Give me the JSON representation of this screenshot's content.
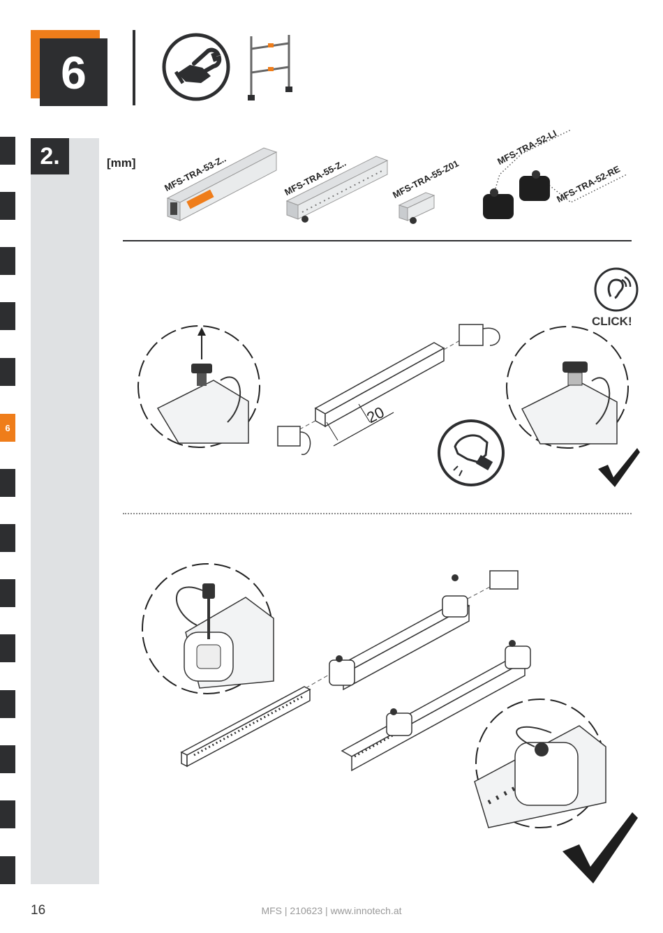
{
  "header": {
    "step_number": "6",
    "icons": [
      "hand-wrench-icon",
      "frame-assembly-icon"
    ]
  },
  "sidebar": {
    "active_tab_label": "6"
  },
  "substep": {
    "number": "2.",
    "unit_label": "[mm]"
  },
  "parts": [
    "MFS-TRA-53-Z..",
    "MFS-TRA-55-Z..",
    "MFS-TRA-55-Z01",
    "MFS-TRA-52-LI",
    "MFS-TRA-52-RE"
  ],
  "illustration_1": {
    "dimension_label": "20",
    "sound_label": "CLICK!"
  },
  "footer": {
    "page_number": "16",
    "doc_info": "MFS | 210623 | www.innotech.at"
  },
  "colors": {
    "accent": "#ef7d1a",
    "dark": "#2d2e30",
    "column_gray": "#dfe1e3"
  }
}
